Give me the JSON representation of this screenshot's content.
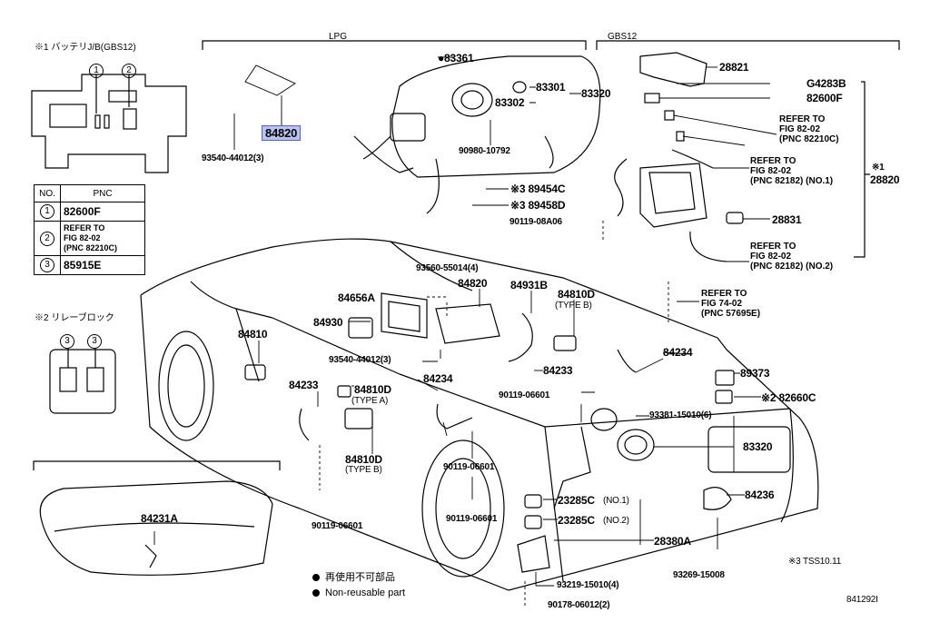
{
  "headers": {
    "battery_jb": "※1 バッテリJ/B(GBS12)",
    "relay_block": "※2 リレーブロック",
    "lpg": "LPG",
    "gbs12": "GBS12"
  },
  "battery_callouts": [
    "1",
    "2"
  ],
  "relay_callouts": [
    "3",
    "3"
  ],
  "pnc_table": {
    "col_no": "NO.",
    "col_pnc": "PNC",
    "rows": [
      {
        "no": "1",
        "pnc": "82600F"
      },
      {
        "no": "2",
        "pnc": "REFER TO\nFIG 82-02\n(PNC 82210C)"
      },
      {
        "no": "3",
        "pnc": "85915E"
      }
    ]
  },
  "parts": {
    "p84820_top": "84820",
    "p93540_top": "93540-44012(3)",
    "p83361": "●83361",
    "p83301": "83301",
    "p83302": "83302",
    "p83320_top": "83320",
    "p90980": "90980-10792",
    "p89454C": "※3 89454C",
    "p89458D": "※3 89458D",
    "p90119_08A06": "90119-08A06",
    "p28821": "28821",
    "pG4283B": "G4283B",
    "p82600F": "82600F",
    "p28820": "28820",
    "p28820_mark": "※1",
    "p28831": "28831",
    "p93560": "93560-55014(4)",
    "p84656A": "84656A",
    "p84820_mid": "84820",
    "p84931B": "84931B",
    "p84810D_b1": "84810D",
    "p84810D_b1_type": "(TYPE B)",
    "p84930": "84930",
    "p84810_left": "84810",
    "p93540_mid": "93540-44012(3)",
    "p84234_mid": "84234",
    "p84234_right": "84234",
    "p84233_right": "84233",
    "p84233_left": "84233",
    "p84810D_a": "84810D",
    "p84810D_a_type": "(TYPE A)",
    "p84810D_b2": "84810D",
    "p84810D_b2_type": "(TYPE B)",
    "p90119_06601_a": "90119-06601",
    "p90119_06601_b": "90119-06601",
    "p90119_06601_c": "90119-06601",
    "p90119_06601_d": "90119-06601",
    "p89373": "89373",
    "p82660C": "※2 82660C",
    "p93381": "93381-15010(6)",
    "p83320_bottom": "83320",
    "p84236": "84236",
    "p23285C_1": "23285C",
    "p23285C_1_no": "(NO.1)",
    "p23285C_2": "23285C",
    "p23285C_2_no": "(NO.2)",
    "p28380A": "28380A",
    "p93219": "93219-15010(4)",
    "p93269": "93269-15008",
    "p90178": "90178-06012(2)",
    "p84231A": "84231A"
  },
  "refs": {
    "ref_82210C": "REFER TO\nFIG 82-02\n(PNC 82210C)",
    "ref_82182_1": "REFER TO\nFIG 82-02\n(PNC 82182) (NO.1)",
    "ref_82182_2": "REFER TO\nFIG 82-02\n(PNC 82182) (NO.2)",
    "ref_57695E": "REFER TO\nFIG 74-02\n(PNC 57695E)"
  },
  "legend": {
    "jp": "再使用不可部品",
    "en": "Non-reusable part"
  },
  "notes": {
    "tss": "※3  TSS10.11",
    "fig_code": "841292I"
  }
}
